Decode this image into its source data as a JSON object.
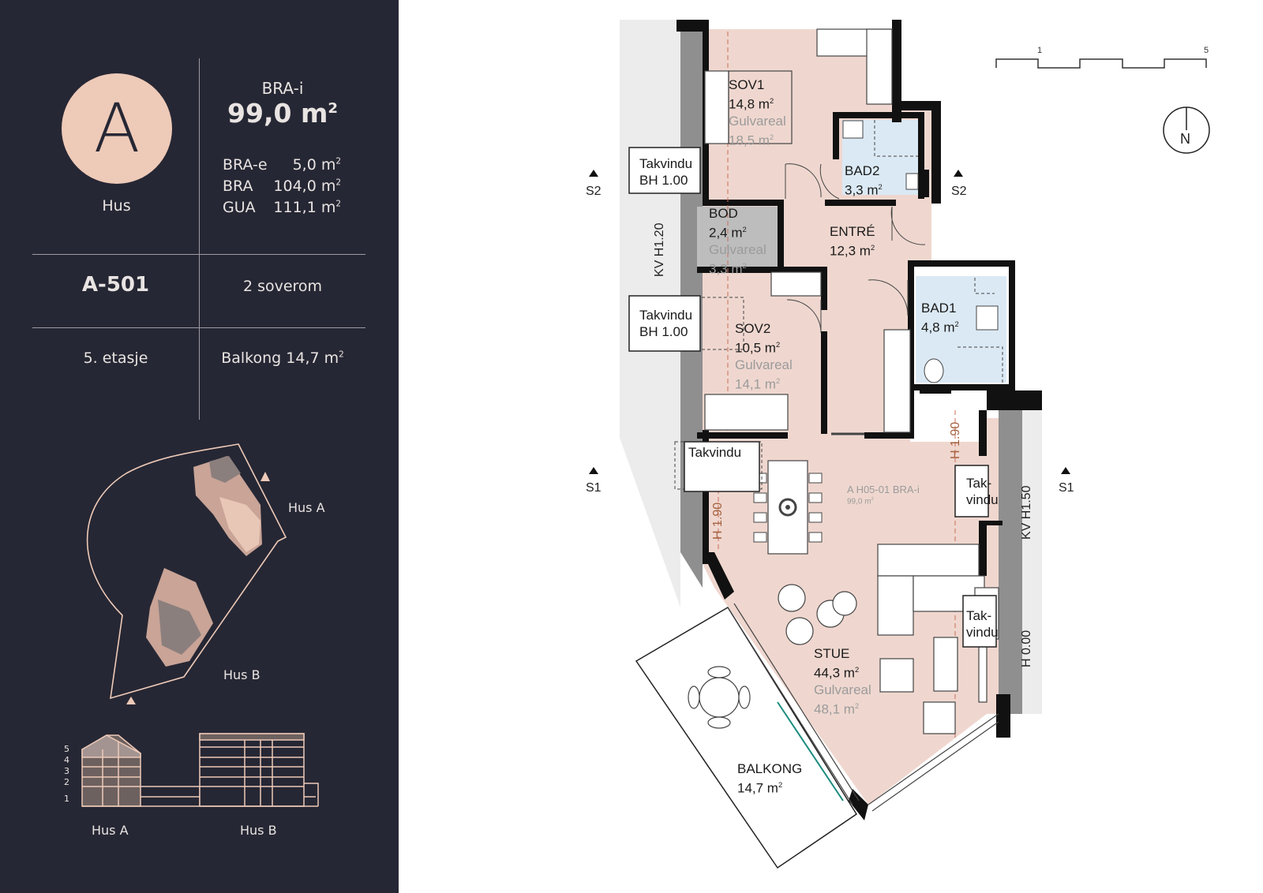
{
  "unit": {
    "letter": "A",
    "building_label": "Hus",
    "bra_i_label": "BRA-i",
    "bra_i_value": "99,0 m",
    "unit_sup": "2",
    "areas": [
      {
        "label": "BRA-e",
        "value": "5,0 m"
      },
      {
        "label": "BRA",
        "value": "104,0 m"
      },
      {
        "label": "GUA",
        "value": "111,1 m"
      }
    ],
    "unit_id": "A-501",
    "rooms": "2 soverom",
    "floor": "5. etasje",
    "balcony": "Balkong 14,7 m"
  },
  "site_map": {
    "hus_a": "Hus A",
    "hus_b": "Hus B"
  },
  "section": {
    "levels": [
      "5",
      "4",
      "3",
      "2",
      "1"
    ],
    "hus_a": "Hus A",
    "hus_b": "Hus B"
  },
  "plan": {
    "rooms": [
      {
        "name": "SOV1",
        "area": "14,8 m",
        "gulv_label": "Gulvareal",
        "gulv_area": "18,5 m"
      },
      {
        "name": "BAD2",
        "area": "3,3 m"
      },
      {
        "name": "BOD",
        "area": "2,4 m",
        "gulv_label": "Gulvareal",
        "gulv_area": "3,3 m"
      },
      {
        "name": "ENTRÉ",
        "area": "12,3 m"
      },
      {
        "name": "BAD1",
        "area": "4,8 m"
      },
      {
        "name": "SOV2",
        "area": "10,5 m",
        "gulv_label": "Gulvareal",
        "gulv_area": "14,1 m"
      },
      {
        "name": "STUE",
        "area": "44,3 m",
        "gulv_label": "Gulvareal",
        "gulv_area": "48,1 m"
      },
      {
        "name": "BALKONG",
        "area": "14,7 m"
      }
    ],
    "skylights": [
      {
        "line1": "Takvindu",
        "line2": "BH 1.00"
      },
      {
        "line1": "Takvindu",
        "line2": "BH 1.00"
      },
      {
        "line1": "Takvindu",
        "line2": ""
      },
      {
        "line1": "Tak-",
        "line2": "vindu"
      },
      {
        "line1": "Tak-",
        "line2": "vindu"
      }
    ],
    "heights": {
      "kv_left": "KV H1.20",
      "h190_left": "H 1.90",
      "h190_right": "H 1.90",
      "kv_right": "KV H1.50",
      "h000": "H 0.00"
    },
    "section_marks": {
      "s1": "S1",
      "s2": "S2"
    },
    "apartment_tag": {
      "line1": "A H05-01 BRA-i",
      "line2": "99,0 m"
    },
    "scale": {
      "start": "1",
      "end": "5"
    },
    "north": "N"
  },
  "colors": {
    "panel_bg": "#262734",
    "accent": "#eecab8",
    "floor_fill": "#efd7cf",
    "bath_fill": "#dbe9f4",
    "storage_fill": "#bdbdbd",
    "wall": "#111111"
  }
}
